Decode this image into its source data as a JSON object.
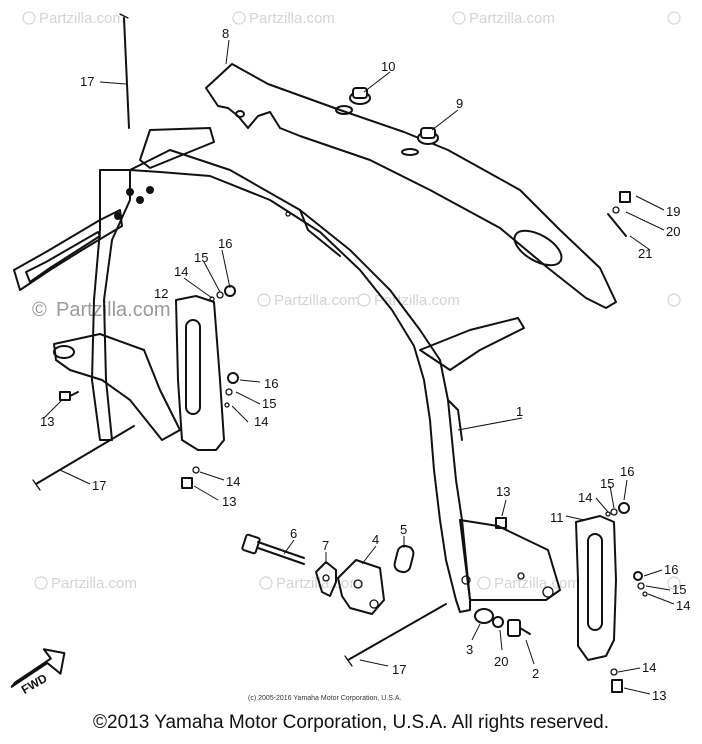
{
  "watermark": {
    "text": "Partzilla.com"
  },
  "inner_copyright": "(c) 2005-2016 Yamaha Motor Corporation, U.S.A.",
  "footer": "©2013 Yamaha Motor Corporation, U.S.A. All rights reserved.",
  "fwd_label": "FWD",
  "callouts": {
    "c1": "1",
    "c2": "2",
    "c3": "3",
    "c4": "4",
    "c5": "5",
    "c6": "6",
    "c7": "7",
    "c8": "8",
    "c9": "9",
    "c10": "10",
    "c11": "11",
    "c12": "12",
    "c13a": "13",
    "c13b": "13",
    "c13c": "13",
    "c13d": "13",
    "c14a": "14",
    "c14b": "14",
    "c14c": "14",
    "c14d": "14",
    "c14e": "14",
    "c14f": "14",
    "c15a": "15",
    "c15b": "15",
    "c15c": "15",
    "c15d": "15",
    "c16a": "16",
    "c16b": "16",
    "c16c": "16",
    "c16d": "16",
    "c17a": "17",
    "c17b": "17",
    "c17c": "17",
    "c19": "19",
    "c20a": "20",
    "c20b": "20",
    "c21": "21"
  }
}
